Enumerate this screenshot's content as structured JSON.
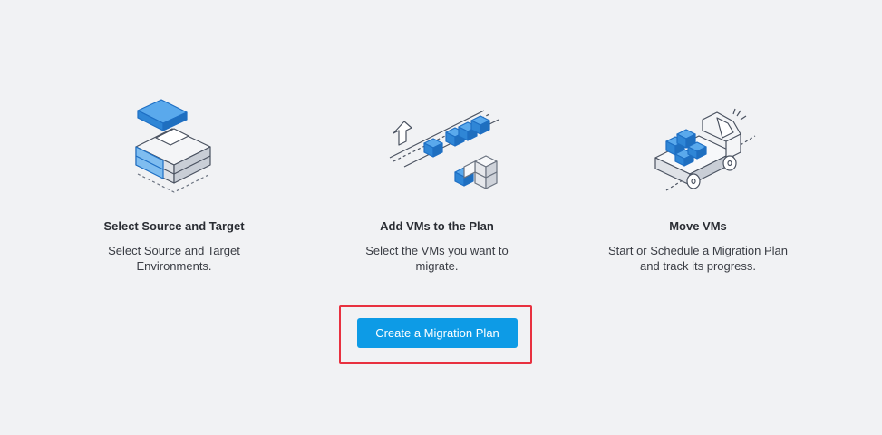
{
  "steps": [
    {
      "title": "Select Source and Target",
      "description": "Select Source and Target Environments.",
      "icon": "source-target-icon"
    },
    {
      "title": "Add VMs to the Plan",
      "description": "Select the VMs you want to migrate.",
      "icon": "add-vms-icon"
    },
    {
      "title": "Move VMs",
      "description": "Start or Schedule a Migration Plan and track its progress.",
      "icon": "move-vms-icon"
    }
  ],
  "cta": {
    "label": "Create a Migration Plan"
  },
  "colors": {
    "accent": "#0d9be6",
    "highlight_border": "#e8313f",
    "background": "#f1f2f4",
    "icon_blue": "#1e88e5"
  }
}
